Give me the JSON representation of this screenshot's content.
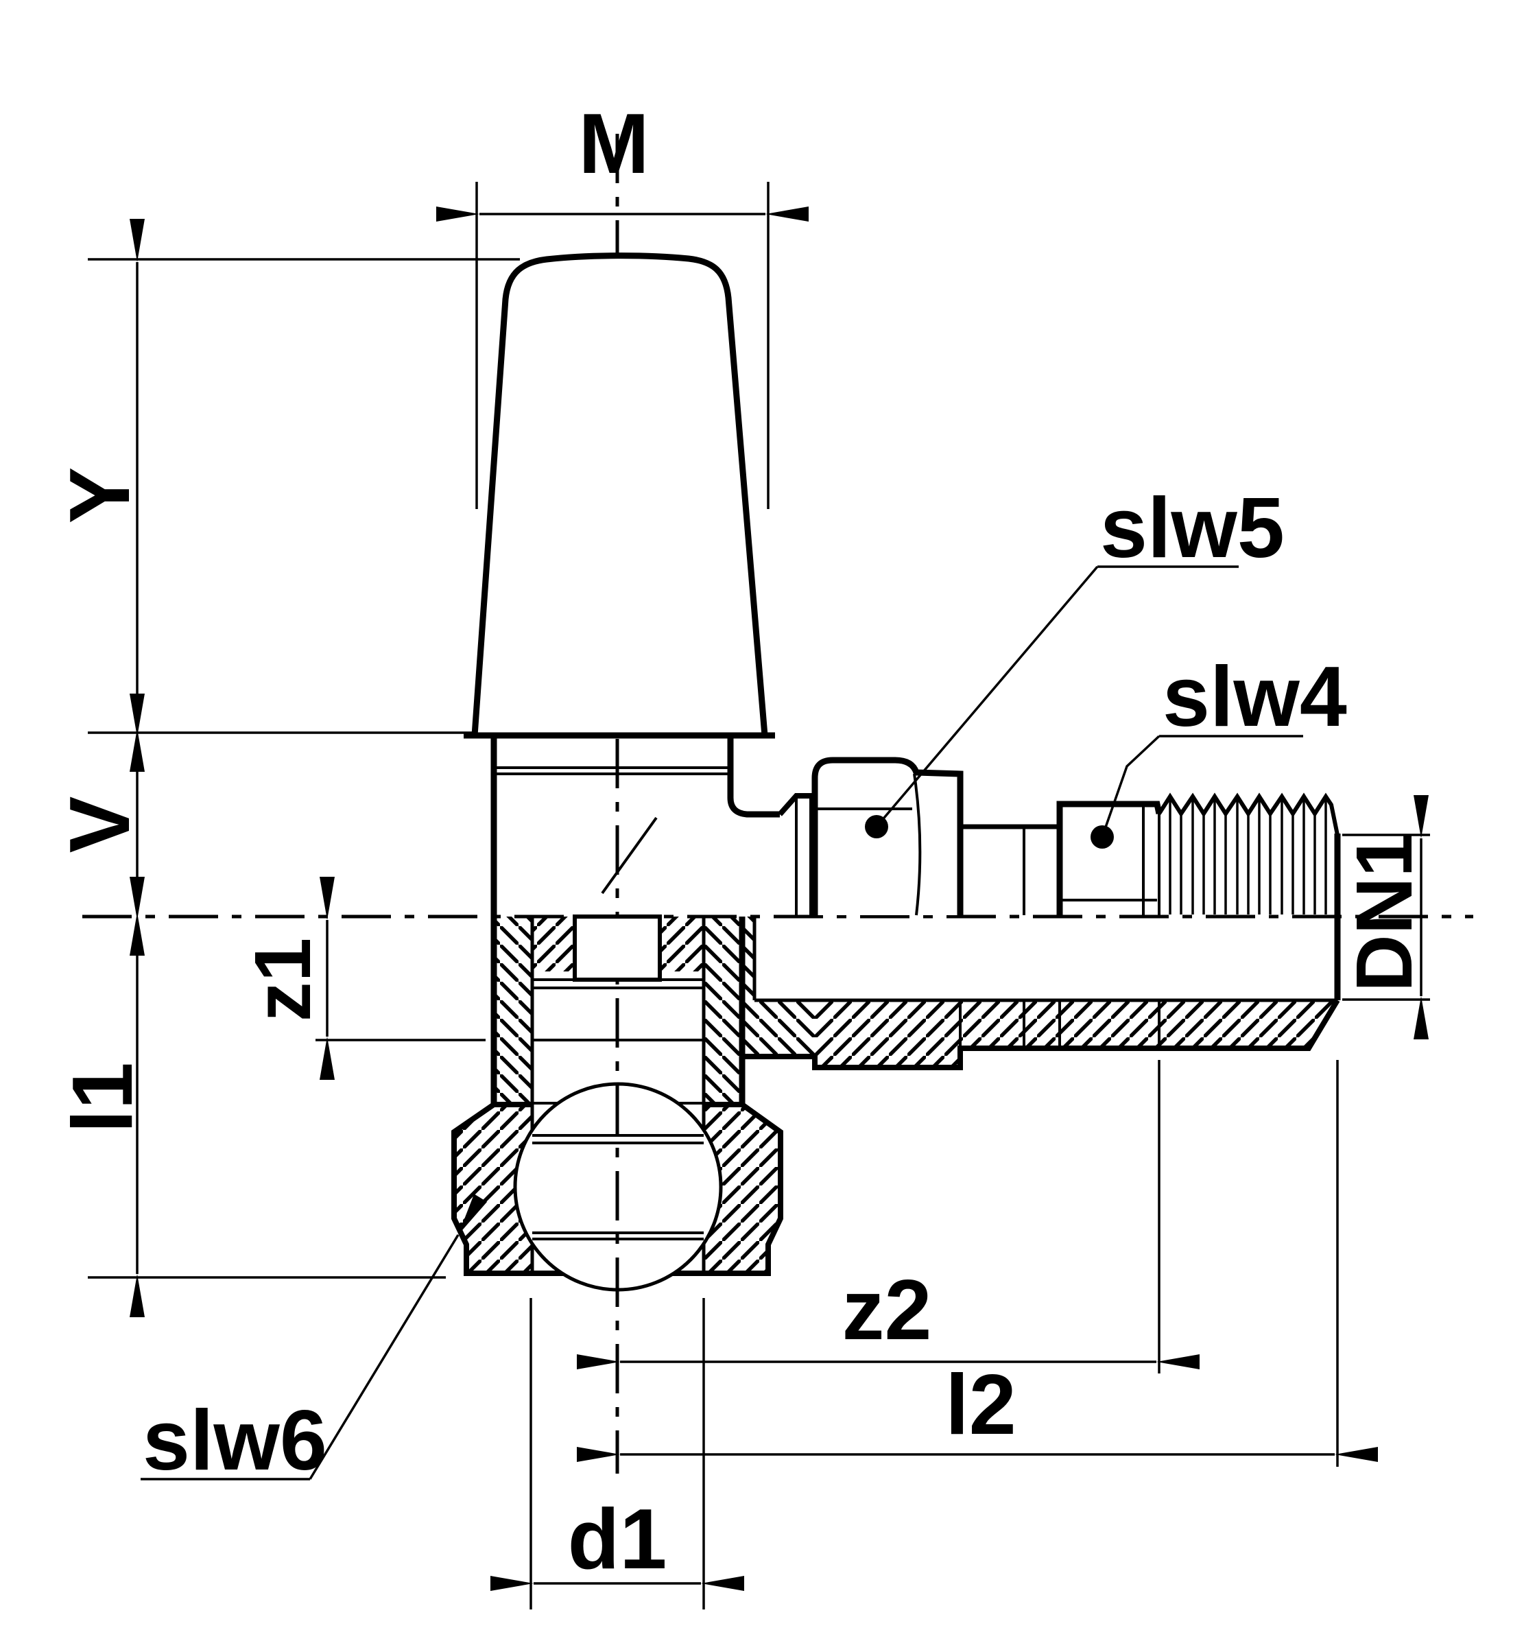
{
  "drawing": {
    "kind": "valve-cross-section-technical-drawing",
    "background_color": "#ffffff",
    "line_color": "#000000"
  },
  "dimensions": {
    "m": {
      "label": "M"
    },
    "y": {
      "label": "Y"
    },
    "v": {
      "label": "V"
    },
    "z1": {
      "label": "z1"
    },
    "l1": {
      "label": "l1"
    },
    "z2": {
      "label": "z2"
    },
    "l2": {
      "label": "l2"
    },
    "d1": {
      "label": "d1"
    },
    "dn1": {
      "label": "DN1"
    }
  },
  "callouts": {
    "slw4": {
      "label": "slw4"
    },
    "slw5": {
      "label": "slw5"
    },
    "slw6": {
      "label": "slw6"
    }
  }
}
